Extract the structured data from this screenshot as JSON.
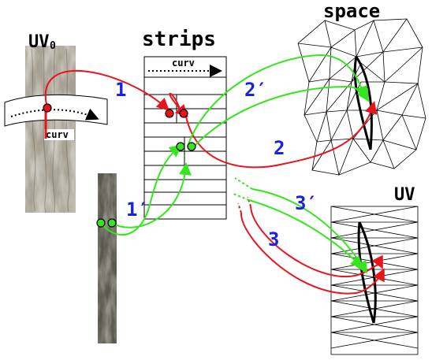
{
  "titles": {
    "uv0_main": "UV",
    "uv0_sub": "0",
    "strips": "strips",
    "space": "space",
    "uv": "UV"
  },
  "labels": {
    "curv_tree": "curv",
    "curv_strips": "curv"
  },
  "step_numbers": [
    "1",
    "2",
    "3",
    "1′",
    "2′",
    "3′"
  ],
  "colors": {
    "red": "#e8141b",
    "green": "#35e61f",
    "blue": "#1a22e0",
    "mesh": "#000000",
    "bark_light": "#b9b2a6",
    "bark_dark": "#5c5951"
  },
  "icons": [
    "bark-texture",
    "dotted-arrow",
    "triangle-mesh"
  ]
}
